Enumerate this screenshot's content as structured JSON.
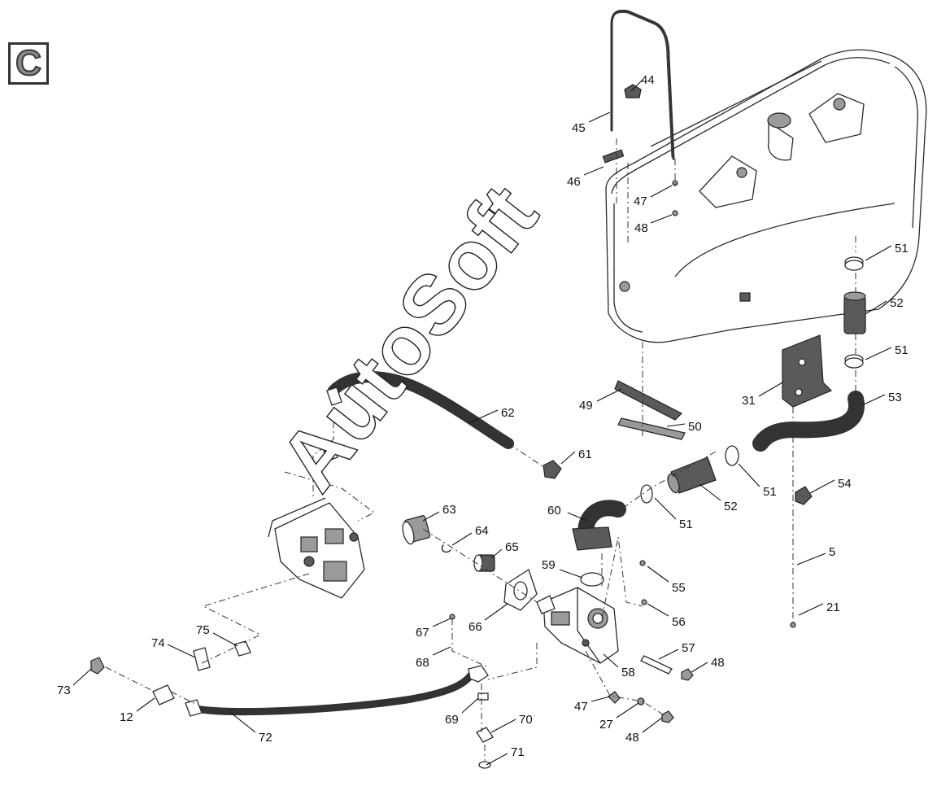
{
  "section": {
    "letter": "C"
  },
  "watermark": "AutoSoft",
  "callouts": [
    {
      "id": "44",
      "text": "44"
    },
    {
      "id": "45",
      "text": "45"
    },
    {
      "id": "46",
      "text": "46"
    },
    {
      "id": "47a",
      "text": "47"
    },
    {
      "id": "48a",
      "text": "48"
    },
    {
      "id": "51a",
      "text": "51"
    },
    {
      "id": "52a",
      "text": "52"
    },
    {
      "id": "51b",
      "text": "51"
    },
    {
      "id": "53",
      "text": "53"
    },
    {
      "id": "31",
      "text": "31"
    },
    {
      "id": "49",
      "text": "49"
    },
    {
      "id": "50",
      "text": "50"
    },
    {
      "id": "62",
      "text": "62"
    },
    {
      "id": "61",
      "text": "61"
    },
    {
      "id": "51c",
      "text": "51"
    },
    {
      "id": "52b",
      "text": "52"
    },
    {
      "id": "51d",
      "text": "51"
    },
    {
      "id": "54",
      "text": "54"
    },
    {
      "id": "60",
      "text": "60"
    },
    {
      "id": "63",
      "text": "63"
    },
    {
      "id": "64",
      "text": "64"
    },
    {
      "id": "65",
      "text": "65"
    },
    {
      "id": "59",
      "text": "59"
    },
    {
      "id": "5",
      "text": "5"
    },
    {
      "id": "55",
      "text": "55"
    },
    {
      "id": "56",
      "text": "56"
    },
    {
      "id": "21",
      "text": "21"
    },
    {
      "id": "66",
      "text": "66"
    },
    {
      "id": "67",
      "text": "67"
    },
    {
      "id": "68",
      "text": "68"
    },
    {
      "id": "57",
      "text": "57"
    },
    {
      "id": "48b",
      "text": "48"
    },
    {
      "id": "58",
      "text": "58"
    },
    {
      "id": "74",
      "text": "74"
    },
    {
      "id": "75",
      "text": "75"
    },
    {
      "id": "73",
      "text": "73"
    },
    {
      "id": "12",
      "text": "12"
    },
    {
      "id": "72",
      "text": "72"
    },
    {
      "id": "69",
      "text": "69"
    },
    {
      "id": "70",
      "text": "70"
    },
    {
      "id": "47b",
      "text": "47"
    },
    {
      "id": "27",
      "text": "27"
    },
    {
      "id": "48c",
      "text": "48"
    },
    {
      "id": "71",
      "text": "71"
    }
  ]
}
